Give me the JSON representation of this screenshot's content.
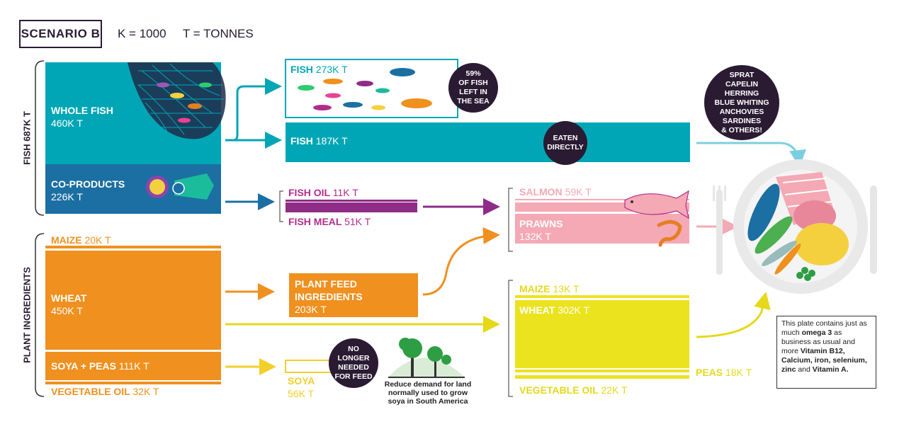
{
  "header": {
    "scenario": "SCENARIO B",
    "k_def": "K = 1000",
    "t_def": "T = TONNES"
  },
  "side_labels": {
    "fish": "FISH 687K T",
    "plant": "PLANT INGREDIENTS"
  },
  "sources": {
    "whole_fish": {
      "name": "WHOLE FISH",
      "value": "460K T"
    },
    "co_products": {
      "name": "CO-PRODUCTS",
      "value": "226K T"
    },
    "maize": {
      "name": "MAIZE",
      "value": "20K T"
    },
    "wheat": {
      "name": "WHEAT",
      "value": "450K T"
    },
    "soya_peas": {
      "name": "SOYA + PEAS",
      "value": "111K T"
    },
    "veg_oil": {
      "name": "VEGETABLE OIL",
      "value": "32K T"
    }
  },
  "middle": {
    "fish_sea": {
      "name": "FISH",
      "value": "273K T"
    },
    "fish_eaten": {
      "name": "FISH",
      "value": "187K T"
    },
    "fish_oil": {
      "name": "FISH OIL",
      "value": "11K T"
    },
    "fish_meal": {
      "name": "FISH MEAL",
      "value": "51K T"
    },
    "plant_feed": {
      "line1": "PLANT FEED",
      "line2": "INGREDIENTS",
      "value": "203K T"
    },
    "soya": {
      "name": "SOYA",
      "value": "56K T"
    }
  },
  "outputs": {
    "salmon": {
      "name": "SALMON",
      "value": "59K T"
    },
    "prawns": {
      "name": "PRAWNS",
      "value": "132K T"
    },
    "maize": {
      "name": "MAIZE",
      "value": "13K T"
    },
    "wheat": {
      "name": "WHEAT",
      "value": "302K T"
    },
    "peas": {
      "name": "PEAS",
      "value": "18K T"
    },
    "veg_oil": {
      "name": "VEGETABLE OIL",
      "value": "22K T"
    }
  },
  "callouts": {
    "fish_left": [
      "59%",
      "OF FISH",
      "LEFT IN",
      "THE SEA"
    ],
    "eaten_directly": [
      "EATEN",
      "DIRECTLY"
    ],
    "species": [
      "SPRAT",
      "CAPELIN",
      "HERRING",
      "BLUE WHITING",
      "ANCHOVIES",
      "SARDINES",
      "& OTHERS!"
    ],
    "no_longer": [
      "NO",
      "LONGER",
      "NEEDED",
      "FOR FEED"
    ],
    "land": [
      "Reduce demand for land",
      "normally used to grow",
      "soya in South America"
    ]
  },
  "plate_note": {
    "p1": "This plate contains just as much ",
    "b1": "omega 3",
    "p2": " as business as usual and more ",
    "b2": "Vitamin B12, Calcium, iron, selenium, zinc",
    "p3": " and ",
    "b3": "Vitamin A."
  },
  "colors": {
    "teal": "#00a6b5",
    "dark_blue": "#1b6fa3",
    "purple": "#8e2c87",
    "magenta": "#b12d8c",
    "orange": "#f0901e",
    "yellow": "#ece31f",
    "pink": "#f4a9b5",
    "dark_circle": "#2a1b33",
    "arrow_light_blue": "#7ccfe0"
  }
}
